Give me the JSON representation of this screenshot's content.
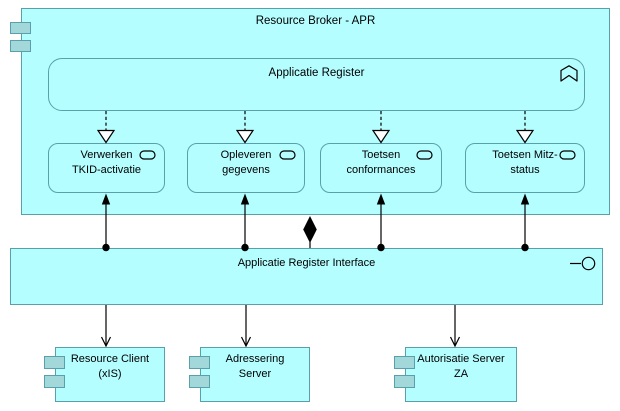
{
  "diagram": {
    "broker": {
      "title": "Resource Broker - APR"
    },
    "register": {
      "title": "Applicatie Register"
    },
    "services": [
      {
        "label": "Verwerken\nTKID-activatie"
      },
      {
        "label": "Opleveren\ngegevens"
      },
      {
        "label": "Toetsen\nconformances"
      },
      {
        "label": "Toetsen Mitz-\nstatus"
      }
    ],
    "interface": {
      "title": "Applicatie Register Interface"
    },
    "clients": [
      {
        "label": "Resource Client\n(xIS)"
      },
      {
        "label": "Adressering\nServer"
      },
      {
        "label": "Autorisatie Server\nZA"
      }
    ],
    "icons": {
      "register_icon": "application-function-chevron",
      "service_icon": "application-service-pill",
      "interface_icon": "provided-interface-lollipop",
      "component_icon": "component-ports"
    },
    "colors": {
      "element_fill": "#b5feff",
      "element_border": "#5aa0aa",
      "port_fill": "#a2d8da",
      "connector": "#000000"
    }
  }
}
